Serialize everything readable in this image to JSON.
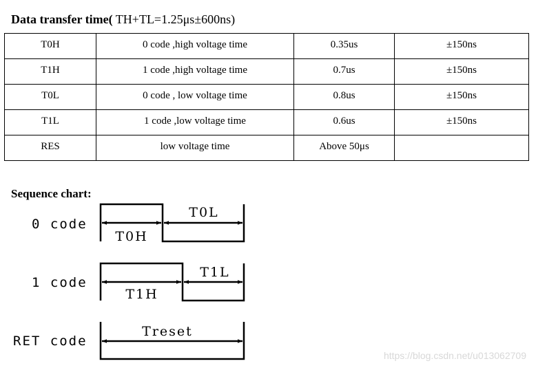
{
  "title": {
    "bold_part": "Data transfer time(",
    "normal_part": " TH+TL=1.25μs±600ns)"
  },
  "table": {
    "rows": [
      [
        "T0H",
        "0 code ,high voltage time",
        "0.35us",
        "±150ns"
      ],
      [
        "T1H",
        "1 code ,high voltage time",
        "0.7us",
        "±150ns"
      ],
      [
        "T0L",
        "0 code , low voltage time",
        "0.8us",
        "±150ns"
      ],
      [
        "T1L",
        "1 code ,low voltage time",
        "0.6us",
        "±150ns"
      ],
      [
        "RES",
        "low voltage time",
        "Above 50μs",
        ""
      ]
    ]
  },
  "sequence": {
    "title": "Sequence chart:",
    "zero_code": {
      "label": "0 code",
      "high": "T0H",
      "low": "T0L"
    },
    "one_code": {
      "label": "1 code",
      "high": "T1H",
      "low": "T1L"
    },
    "ret_code": {
      "label": "RET code",
      "low": "Treset"
    }
  },
  "watermark": "https://blog.csdn.net/u013062709"
}
